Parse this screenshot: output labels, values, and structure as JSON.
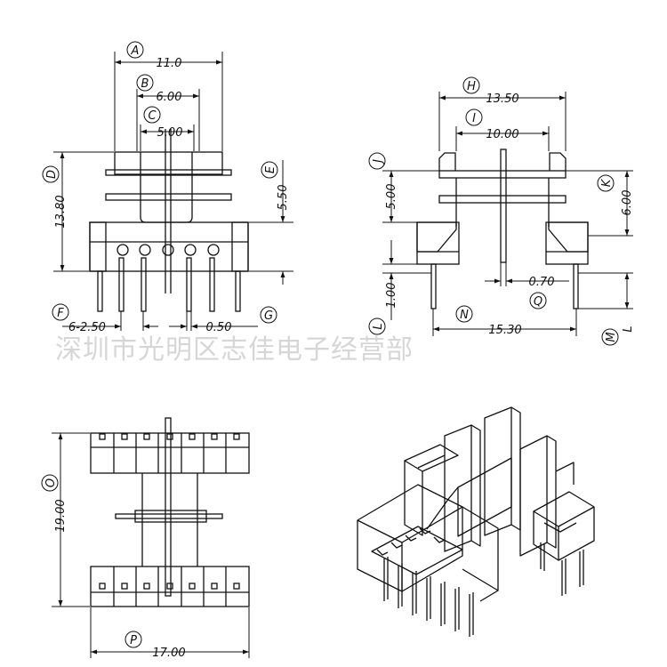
{
  "watermark": "深圳市光明区志佳电子经营部",
  "front_view": {
    "callouts": {
      "A": "A",
      "B": "B",
      "C": "C",
      "D": "D",
      "E": "E",
      "F": "F",
      "G": "G"
    },
    "dims": {
      "A": "11.0",
      "B": "6.00",
      "C": "5.00",
      "D": "13.80",
      "E": "5.50",
      "F": "6-2.50",
      "G": "0.50"
    }
  },
  "side_view": {
    "callouts": {
      "H": "H",
      "I": "I",
      "J": "J",
      "K": "K",
      "L": "L",
      "M": "M",
      "N": "N",
      "Q": "Q"
    },
    "dims": {
      "H": "13.50",
      "I": "10.00",
      "J": "5.00",
      "K": "6.00",
      "L": "1.00",
      "N": "15.30",
      "Q": "0.70"
    },
    "extra_label": "L"
  },
  "bottom_view": {
    "callouts": {
      "O": "O",
      "P": "P"
    },
    "dims": {
      "O": "19.00",
      "P": "17.00"
    }
  }
}
